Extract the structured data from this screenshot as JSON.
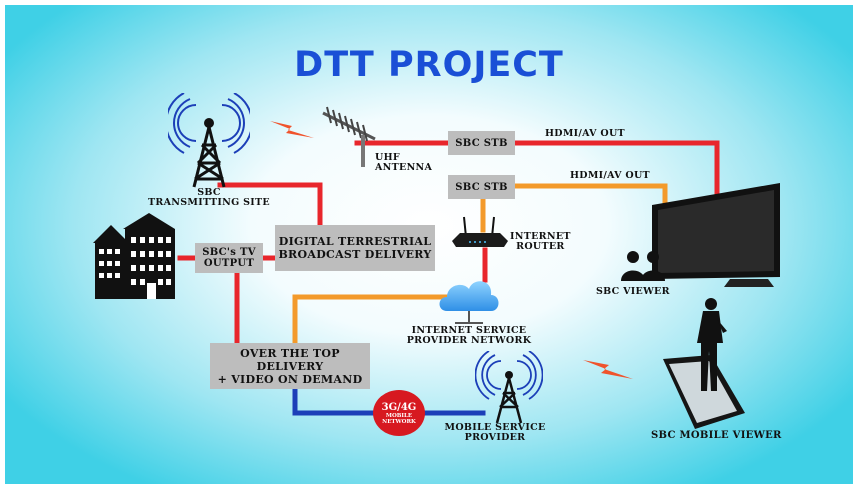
{
  "title": "DTT PROJECT",
  "labels": {
    "transmitting_site": "SBC\nTRANSMITTING SITE",
    "uhf_antenna": "UHF\nANTENNA",
    "stb_1": "SBC STB",
    "stb_2": "SBC STB",
    "hdmi_1": "HDMI/AV OUT",
    "hdmi_2": "HDMI/AV OUT",
    "tv_output": "SBC's TV\nOUTPUT",
    "digital_terrestrial": "DIGITAL TERRESTRIAL\nBROADCAST DELIVERY",
    "internet_router": "INTERNET\nROUTER",
    "sbc_viewer": "SBC VIEWER",
    "isp_network": "INTERNET SERVICE\nPROVIDER NETWORK",
    "ott_delivery": "OVER THE TOP DELIVERY\n+ VIDEO ON DEMAND",
    "network_badge_main": "3G/4G",
    "network_badge_sub": "MOBILE\nNETWORK",
    "mobile_provider": "MOBILE SERVICE\nPROVIDER",
    "mobile_viewer": "SBC MOBILE VIEWER"
  },
  "colors": {
    "red_line": "#e8262c",
    "orange_line": "#f39a2b",
    "blue_line": "#1c3fb8",
    "title": "#1a4fd6",
    "box_fill": "#bdbdbd"
  },
  "icons": [
    "transmission-tower-icon",
    "uhf-antenna-icon",
    "building-icon",
    "wifi-router-icon",
    "cloud-icon",
    "television-icon",
    "viewers-icon",
    "smartphone-icon",
    "person-icon",
    "signal-bolt-icon"
  ]
}
